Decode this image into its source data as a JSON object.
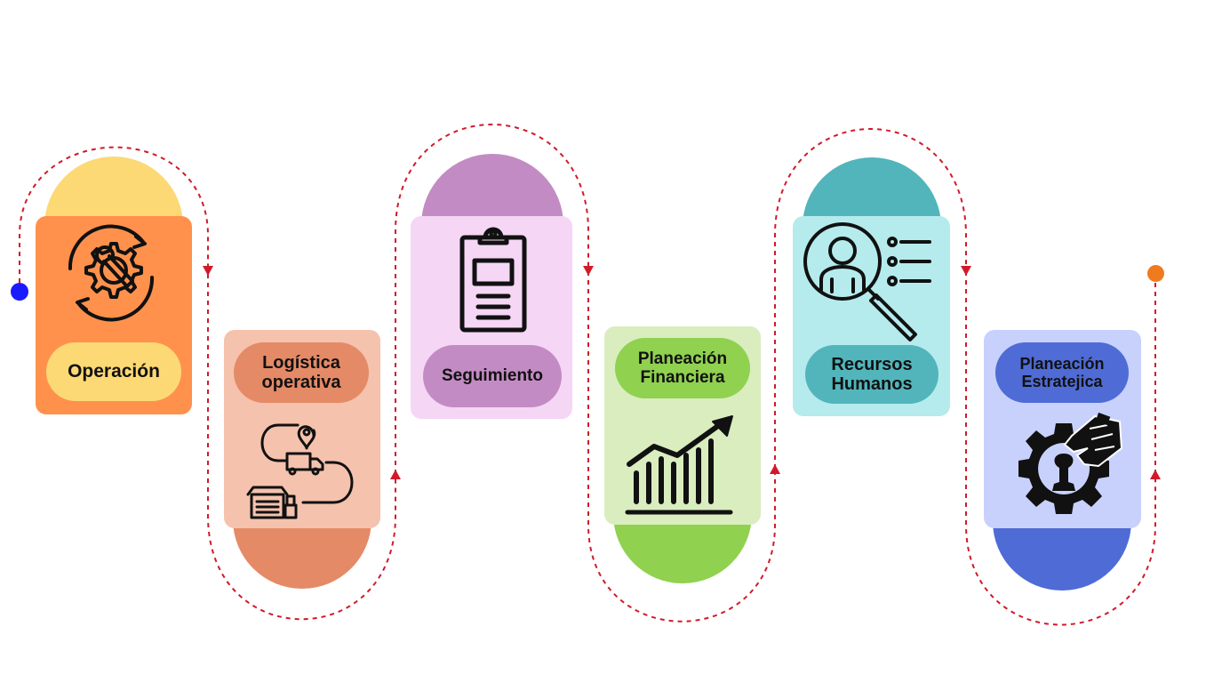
{
  "colors": {
    "connector": "#d11a2a",
    "start_dot": "#1a1aff",
    "end_dot": "#f07b1e",
    "icon_stroke": "#111111"
  },
  "stages": [
    {
      "label": "Operación",
      "icon": "gear-wrench-icon",
      "card": "#ff914d",
      "pill": "#fcd974",
      "dome": "#fcd974"
    },
    {
      "label": "Logística\noperativa",
      "icon": "delivery-route-icon",
      "card": "#f5c2ad",
      "pill": "#e58a66",
      "dome": "#e58a66"
    },
    {
      "label": "Seguimiento",
      "icon": "clipboard-icon",
      "card": "#f5d6f5",
      "pill": "#c38bc3",
      "dome": "#c38bc3"
    },
    {
      "label": "Planeación\nFinanciera",
      "icon": "growth-chart-icon",
      "card": "#d9edbf",
      "pill": "#90d150",
      "dome": "#90d150"
    },
    {
      "label": "Recursos\nHumanos",
      "icon": "person-search-icon",
      "card": "#b5ebed",
      "pill": "#52b5bb",
      "dome": "#52b5bb"
    },
    {
      "label": "Planeación\nEstratejica",
      "icon": "strategy-gear-icon",
      "card": "#c8d1fc",
      "pill": "#4f6bd5",
      "dome": "#4f6bd5"
    }
  ]
}
